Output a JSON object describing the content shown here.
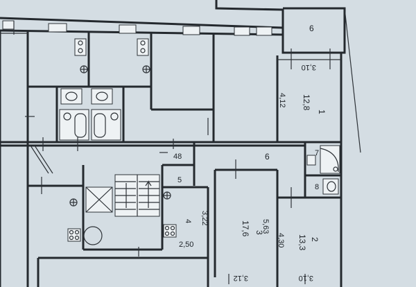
{
  "rooms": [
    {
      "id": "room-6-top",
      "number": "6"
    },
    {
      "id": "room-1",
      "number": "1",
      "area": "12,8",
      "width": "3,10",
      "length": "4,12"
    },
    {
      "id": "hall",
      "number": "6",
      "label_48": "48"
    },
    {
      "id": "bath",
      "number": "7"
    },
    {
      "id": "wc",
      "number": "8"
    },
    {
      "id": "corridor",
      "number": "5"
    },
    {
      "id": "kitchen",
      "number": "4",
      "width": "2,50",
      "length": "3,22"
    },
    {
      "id": "room-3",
      "number": "3",
      "area": "17,6",
      "width": "3,12",
      "length": "5,63"
    },
    {
      "id": "room-2",
      "number": "2",
      "area": "13,3",
      "width": "3,10",
      "length": "4,30"
    }
  ],
  "colors": {
    "paper": "#d4dde3",
    "wall": "#24292e",
    "fixture_fill": "#eef2f4"
  }
}
